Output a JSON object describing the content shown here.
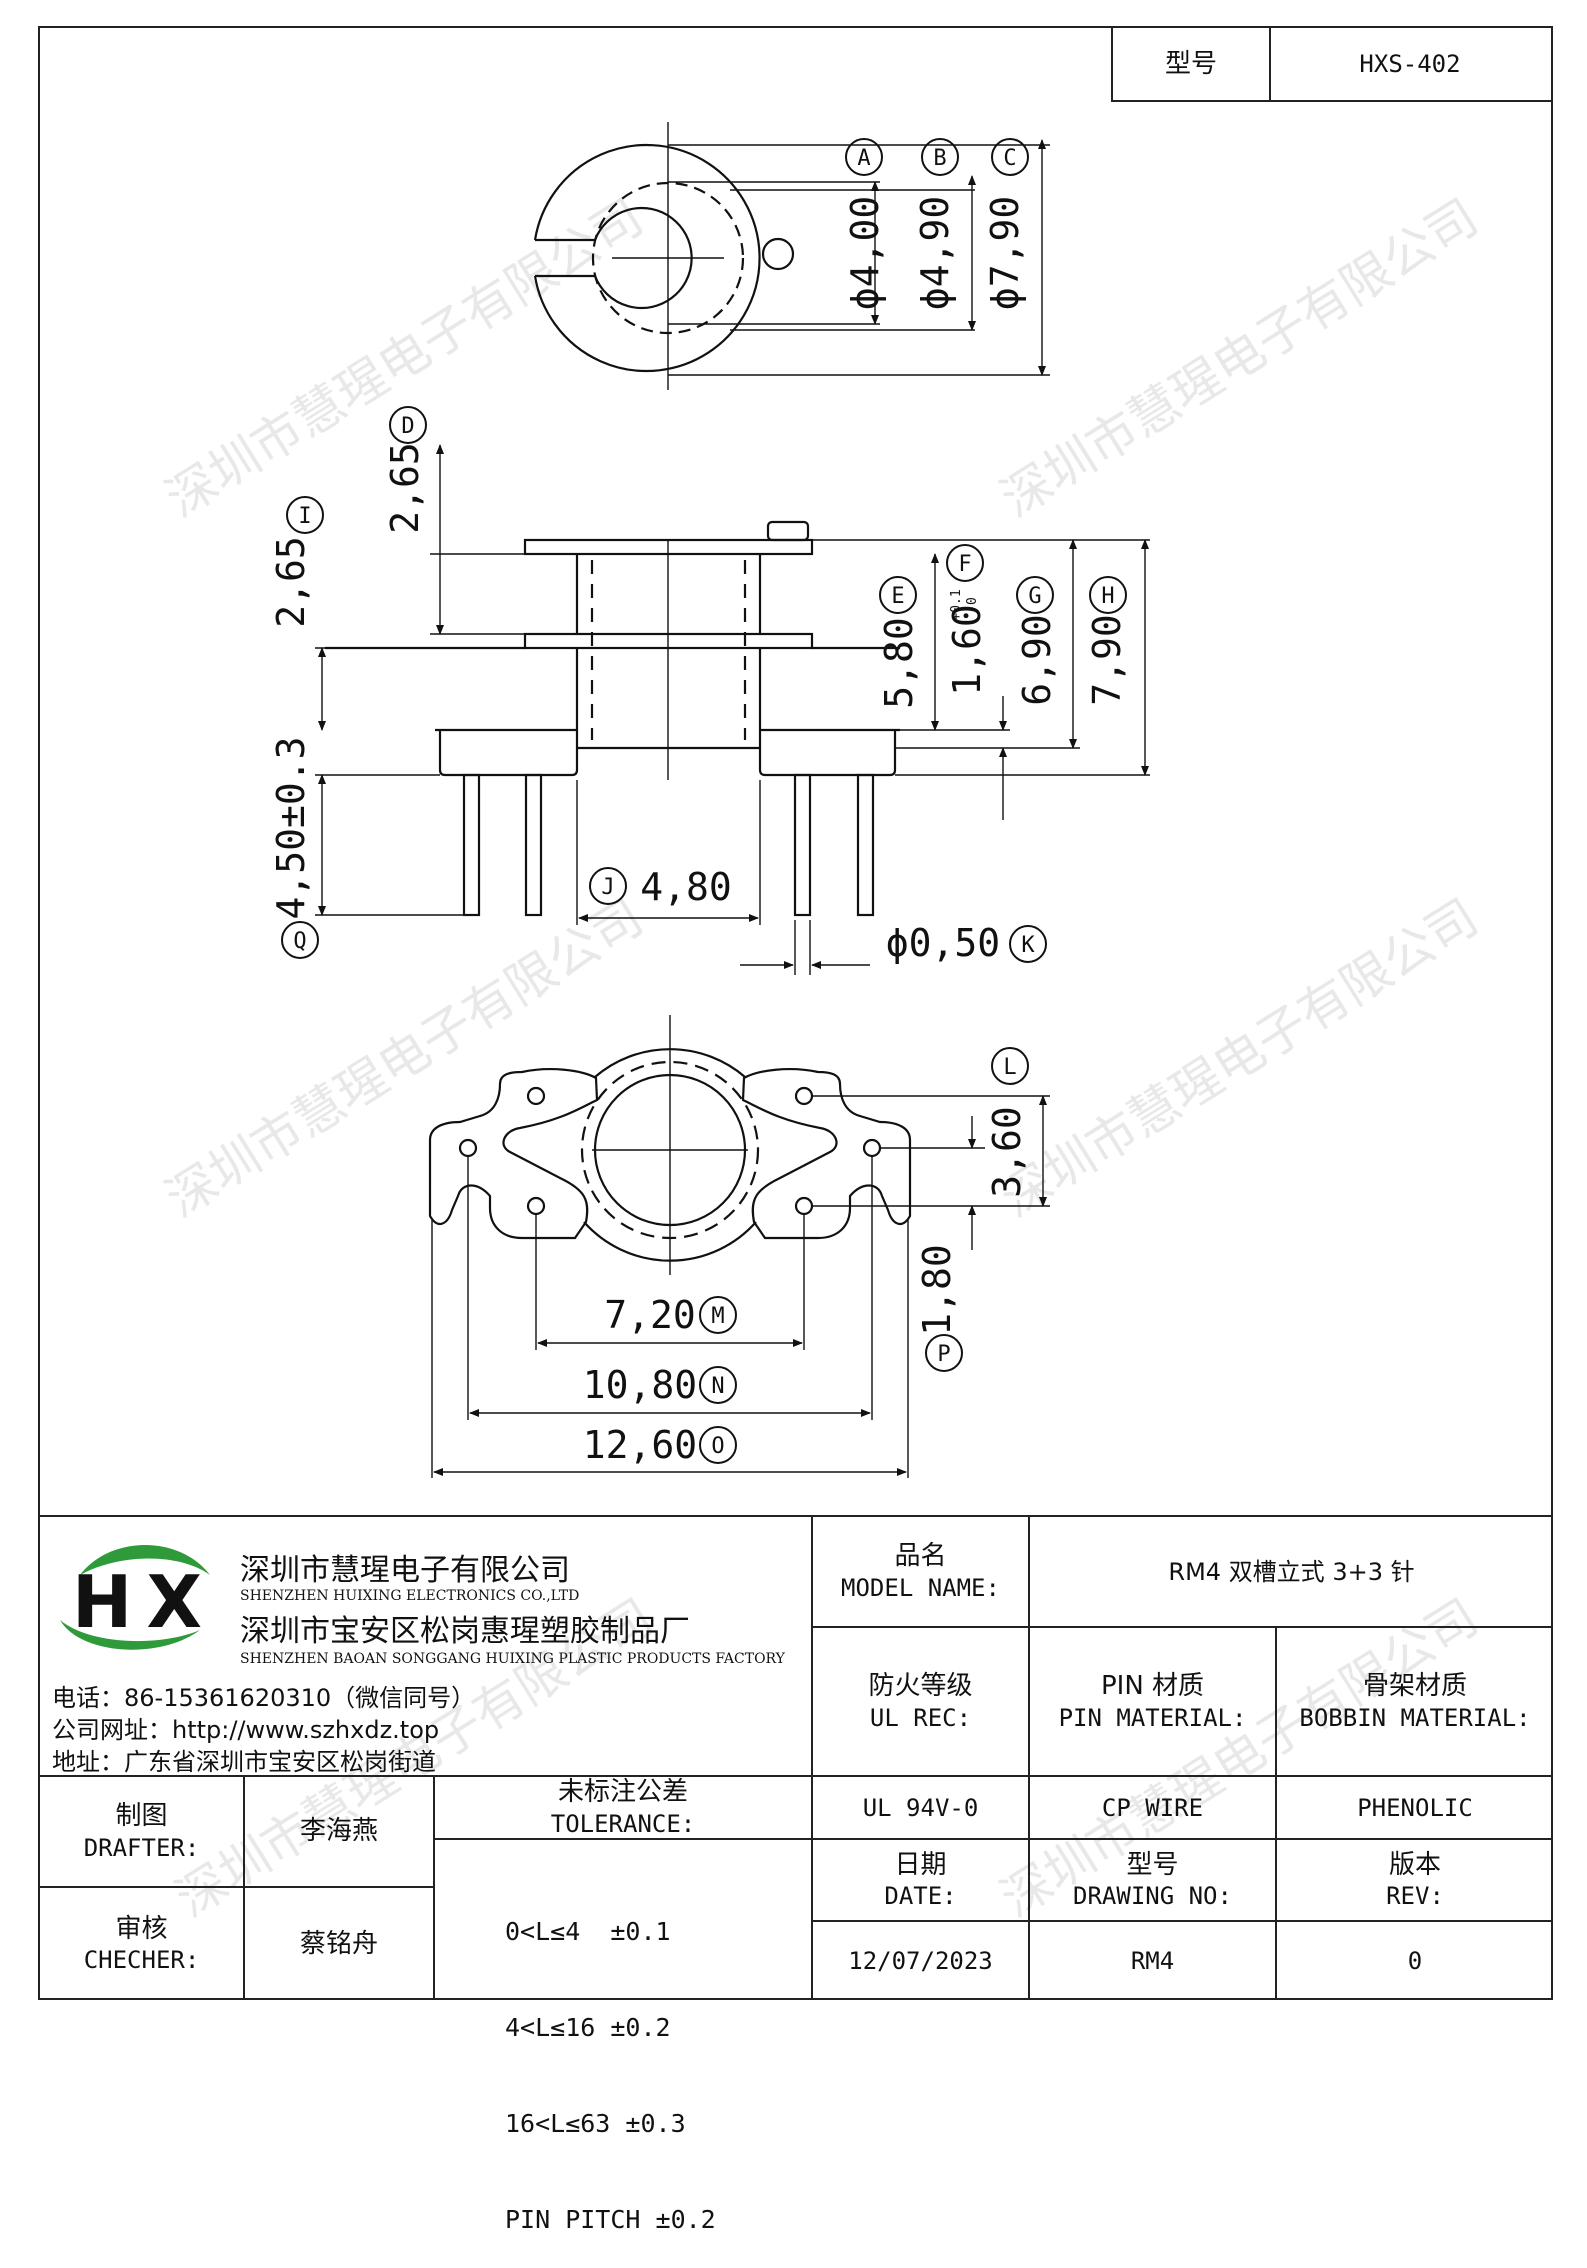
{
  "model_box": {
    "label": "型号",
    "value": "HXS-402"
  },
  "watermark": "深圳市慧瑆电子有限公司",
  "drawing": {
    "top_view": {
      "callouts": [
        "A",
        "B",
        "C"
      ],
      "dims": [
        "ϕ4,00",
        "ϕ4,90",
        "ϕ7,90"
      ]
    },
    "side_view": {
      "callouts": [
        "D",
        "I",
        "E",
        "F",
        "G",
        "H",
        "Q",
        "J",
        "K"
      ],
      "dims": {
        "d": "2,65",
        "i": "2,65",
        "e": "5,80",
        "f": "1,60",
        "f_tol_upper": "+0.1",
        "f_tol_lower": "-0",
        "g": "6,90",
        "h": "7,90",
        "q": "4,50±0.3",
        "j": "4,80",
        "k": "ϕ0,50"
      }
    },
    "bottom_view": {
      "callouts": [
        "L",
        "P",
        "M",
        "N",
        "O"
      ],
      "dims": {
        "l": "3,60",
        "p": "1,80",
        "m": "7,20",
        "n": "10,80",
        "o": "12,60"
      }
    }
  },
  "company": {
    "name_cn": "深圳市慧瑆电子有限公司",
    "name_en": "SHENZHEN HUIXING ELECTRONICS CO.,LTD",
    "factory_cn": "深圳市宝安区松岗惠瑆塑胶制品厂",
    "factory_en": "SHENZHEN BAOAN SONGGANG HUIXING PLASTIC PRODUCTS FACTORY",
    "phone": "电话：86-15361620310（微信同号）",
    "website": "公司网址：http://www.szhxdz.top",
    "address": "地址：广东省深圳市宝安区松岗街道",
    "logo_letters": "HX",
    "brand_green": "#2e9a3a",
    "brand_yellow": "#e8c21a"
  },
  "title_block": {
    "model_name_cn": "品名",
    "model_name_en": "MODEL NAME:",
    "model_name_value": "RM4 双槽立式 3+3 针",
    "ul_cn": "防火等级",
    "ul_en": "UL REC:",
    "ul_value": "UL 94V-0",
    "pin_cn": "PIN 材质",
    "pin_en": "PIN MATERIAL:",
    "pin_value": "CP WIRE",
    "bobbin_cn": "骨架材质",
    "bobbin_en": "BOBBIN MATERIAL:",
    "bobbin_value": "PHENOLIC",
    "drafter_cn": "制图",
    "drafter_en": "DRAFTER:",
    "drafter_name": "李海燕",
    "checker_cn": "审核",
    "checker_en": "CHECHER:",
    "checker_name": "蔡铭舟",
    "tolerance_cn": "未标注公差",
    "tolerance_en": "TOLERANCE:",
    "tolerance_lines": [
      "0<L≤4  ±0.1",
      "4<L≤16 ±0.2",
      "16<L≤63 ±0.3",
      "PIN PITCH ±0.2"
    ],
    "date_cn": "日期",
    "date_en": "DATE:",
    "date_value": "12/07/2023",
    "drawing_no_cn": "型号",
    "drawing_no_en": "DRAWING NO:",
    "drawing_no_value": "RM4",
    "rev_cn": "版本",
    "rev_en": "REV:",
    "rev_value": "0"
  }
}
